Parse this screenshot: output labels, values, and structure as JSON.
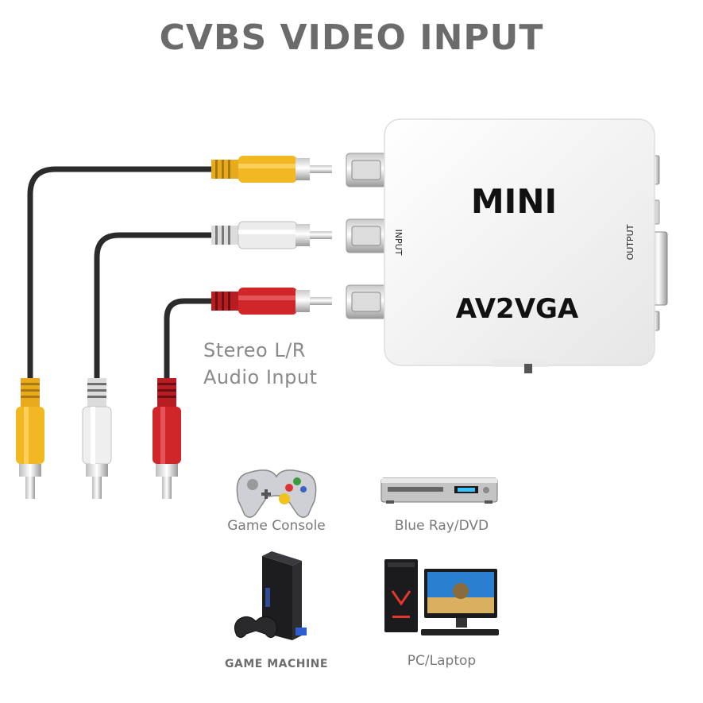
{
  "title": "CVBS VIDEO INPUT",
  "adapter": {
    "brand": "MINI",
    "model": "AV2VGA",
    "input_label": "INPUT",
    "output_label": "OUTPUT",
    "body_color": "#f4f4f4"
  },
  "audio_label_line1": "Stereo L/R",
  "audio_label_line2": "Audio Input",
  "cables": [
    {
      "color_name": "yellow",
      "color": "#f2b824"
    },
    {
      "color_name": "white",
      "color": "#ececec"
    },
    {
      "color_name": "red",
      "color": "#d0262a"
    }
  ],
  "devices": [
    {
      "label": "Game Console",
      "icon": "gamepad-icon"
    },
    {
      "label": "Blue Ray/DVD",
      "icon": "dvd-player-icon"
    },
    {
      "label": "GAME MACHINE",
      "icon": "game-machine-icon"
    },
    {
      "label": "PC/Laptop",
      "icon": "pc-icon"
    }
  ]
}
